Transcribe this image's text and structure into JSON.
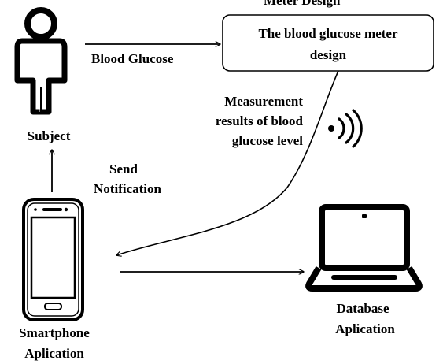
{
  "top_cut_text": "Meter Design",
  "nodes": {
    "subject": {
      "label": "Subject",
      "icon": "person-icon"
    },
    "meter": {
      "lines": [
        "The blood glucose meter",
        "design"
      ]
    },
    "smartphone": {
      "lines": [
        "Smartphone",
        "Aplication"
      ],
      "icon": "smartphone-icon"
    },
    "database": {
      "lines": [
        "Database",
        "Aplication"
      ],
      "icon": "laptop-icon"
    }
  },
  "edges": {
    "blood_glucose": {
      "label": "Blood Glucose"
    },
    "measurement": {
      "lines": [
        "Measurement",
        "results of blood",
        "glucose level"
      ],
      "icon": "wireless-signal-icon"
    },
    "notification": {
      "lines": [
        "Send",
        "Notification"
      ]
    }
  }
}
